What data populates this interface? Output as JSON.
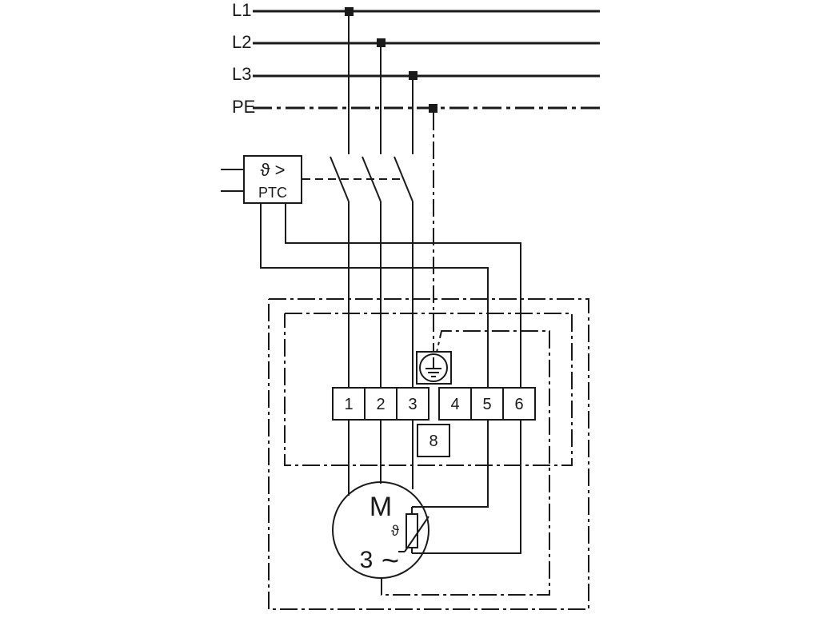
{
  "bus_lines": [
    {
      "id": "L1",
      "label": "L1"
    },
    {
      "id": "L2",
      "label": "L2"
    },
    {
      "id": "L3",
      "label": "L3"
    },
    {
      "id": "PE",
      "label": "PE"
    }
  ],
  "ptc_relay": {
    "symbol": "ϑ >",
    "label": "PTC"
  },
  "terminals": [
    "1",
    "2",
    "3",
    "4",
    "5",
    "6",
    "8"
  ],
  "motor": {
    "label": "M",
    "phase_label": "3",
    "ac_symbol": "~",
    "thermistor_symbol": "ϑ"
  }
}
